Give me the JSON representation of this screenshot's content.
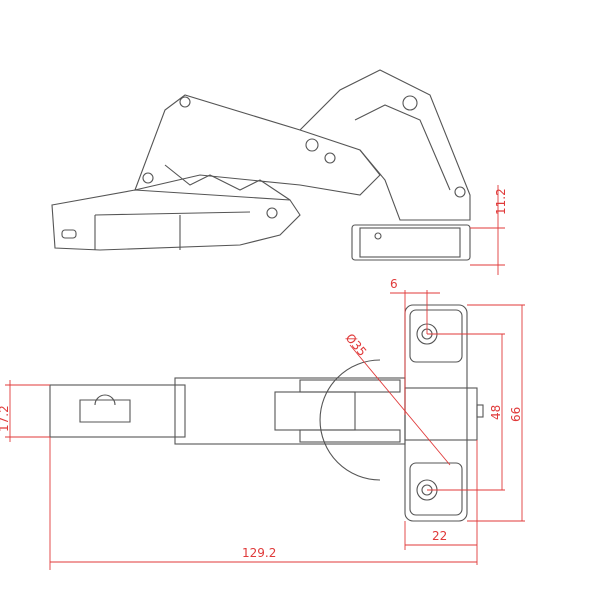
{
  "dimensions": {
    "side_height": "11.2",
    "hole_offset": "6",
    "cup_diameter": "Ø35",
    "arm_width": "17.2",
    "hole_spacing": "48",
    "plate_height": "66",
    "plate_width": "22",
    "overall_length": "129.2"
  },
  "colors": {
    "lines": "#555555",
    "dimensions": "#e03a3a"
  }
}
